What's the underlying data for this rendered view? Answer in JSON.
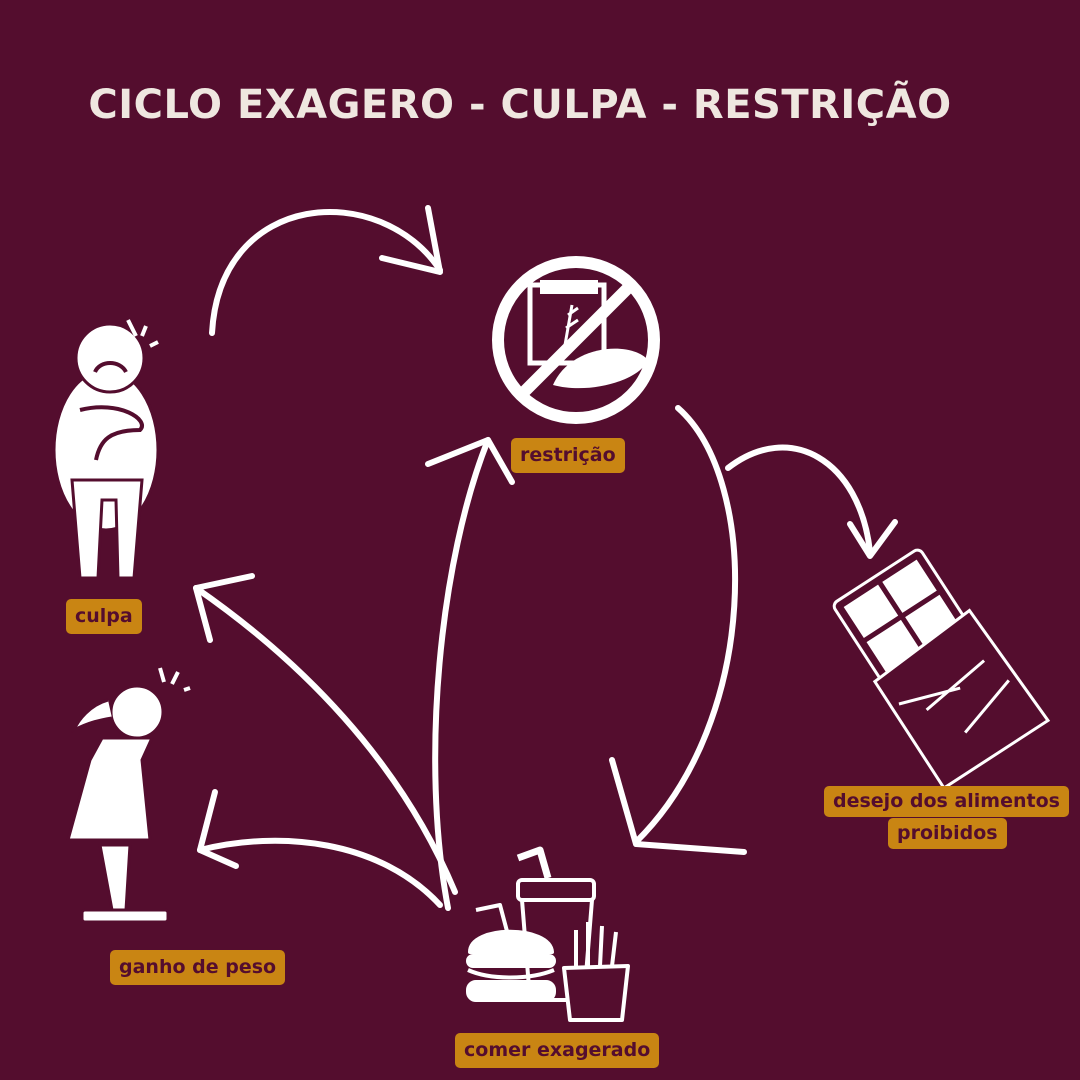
{
  "title": "CICLO EXAGERO - CULPA - RESTRIÇÃO",
  "colors": {
    "background": "#540d2e",
    "label_bg": "#c98513",
    "label_text": "#540d2e",
    "line": "#ffffff"
  },
  "nodes": {
    "restricao": {
      "label": "restrição",
      "icon": "no-bread-icon"
    },
    "desejo": {
      "label_line1": "desejo dos alimentos",
      "label_line2": "proibidos",
      "icon": "chocolate-bar-icon"
    },
    "comer": {
      "label": "comer exagerado",
      "icon": "fast-food-icon"
    },
    "ganho": {
      "label": "ganho de peso",
      "icon": "person-on-scale-icon"
    },
    "culpa": {
      "label": "culpa",
      "icon": "guilty-person-icon"
    }
  }
}
